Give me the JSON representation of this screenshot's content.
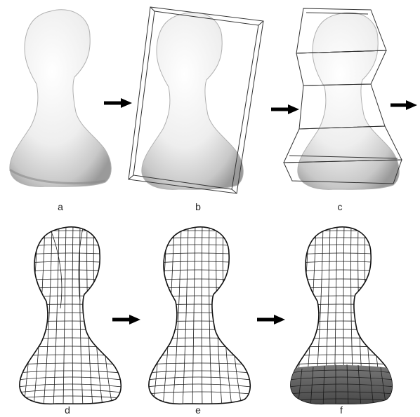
{
  "panels": [
    {
      "label": "a"
    },
    {
      "label": "b"
    },
    {
      "label": "c"
    },
    {
      "label": "d"
    },
    {
      "label": "e"
    },
    {
      "label": "f"
    }
  ],
  "colors": {
    "surface_light": "#f7f7f7",
    "surface_shade": "#9a9a9a",
    "mesh_line": "#1a1a1a",
    "arrow": "#000000"
  }
}
